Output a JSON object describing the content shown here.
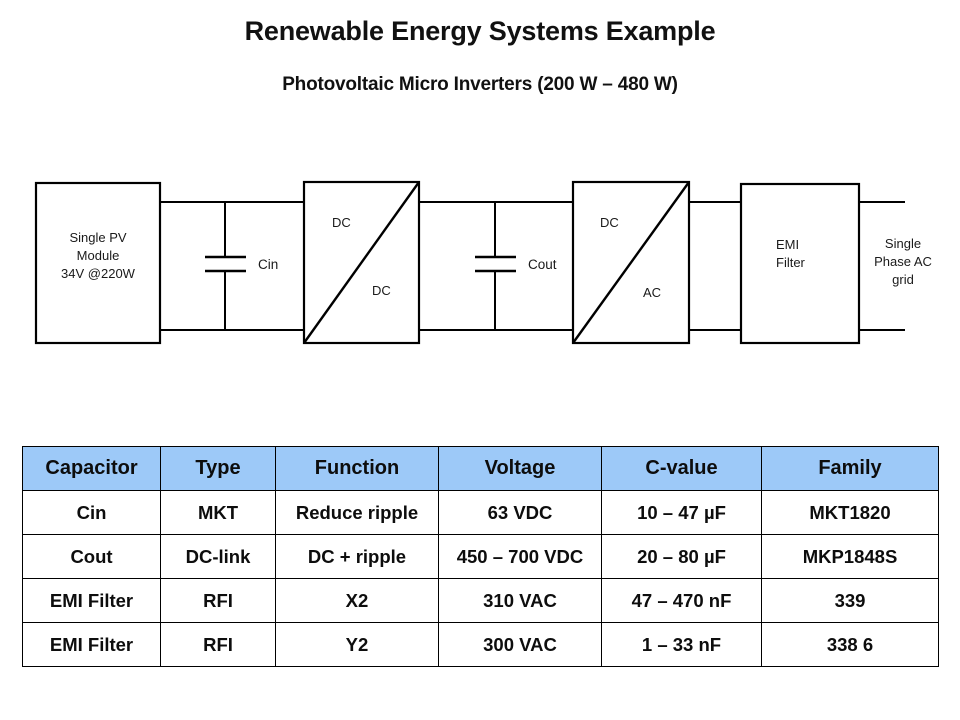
{
  "page": {
    "title": "Renewable Energy Systems Example",
    "subtitle": "Photovoltaic Micro Inverters (200 W – 480 W)"
  },
  "diagram": {
    "blocks": {
      "pv_module": {
        "line1": "Single PV",
        "line2": "Module",
        "line3": "34V @220W"
      },
      "dc_dc": {
        "top_label": "DC",
        "bottom_label": "DC"
      },
      "dc_ac": {
        "top_label": "DC",
        "bottom_label": "AC"
      },
      "emi_filter": {
        "line1": "EMI",
        "line2": "Filter"
      },
      "grid": {
        "line1": "Single",
        "line2": "Phase AC",
        "line3": "grid"
      }
    },
    "capacitors": {
      "cin": "Cin",
      "cout": "Cout"
    }
  },
  "table": {
    "headers": [
      "Capacitor",
      "Type",
      "Function",
      "Voltage",
      "C-value",
      "Family"
    ],
    "rows": [
      [
        "Cin",
        "MKT",
        "Reduce ripple",
        "63 VDC",
        "10 – 47 µF",
        "MKT1820"
      ],
      [
        "Cout",
        "DC-link",
        "DC + ripple",
        "450 – 700 VDC",
        "20 – 80 µF",
        "MKP1848S"
      ],
      [
        "EMI Filter",
        "RFI",
        "X2",
        "310 VAC",
        "47 – 470 nF",
        "339"
      ],
      [
        "EMI Filter",
        "RFI",
        "Y2",
        "300 VAC",
        "1 – 33 nF",
        "338 6"
      ]
    ]
  },
  "colors": {
    "header_background": "#9dc9f8",
    "border": "#000000",
    "text": "#000000",
    "background": "#ffffff"
  }
}
